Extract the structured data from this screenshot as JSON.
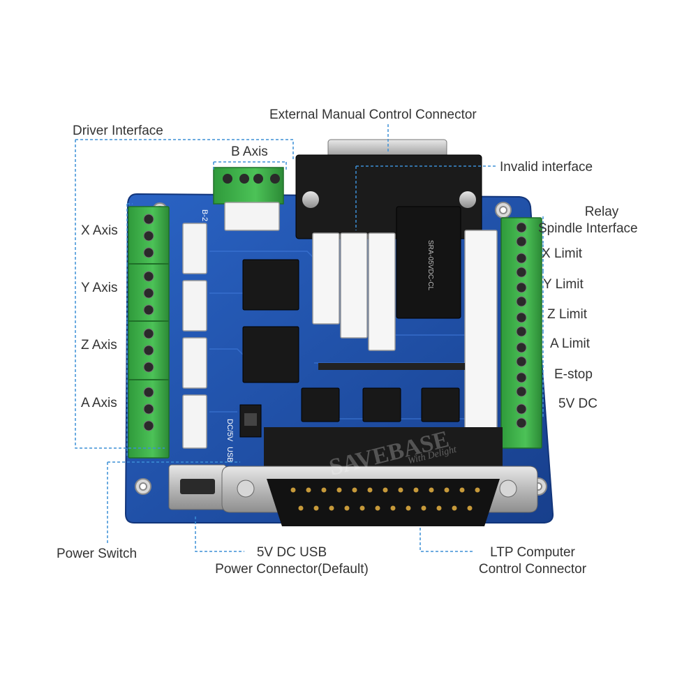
{
  "labels": {
    "external_manual": "External Manual Control Connector",
    "driver_interface": "Driver Interface",
    "b_axis": "B Axis",
    "invalid_interface": "Invalid interface",
    "relay": "Relay",
    "spindle_interface": "Spindle Interface",
    "x_axis": "X Axis",
    "y_axis": "Y Axis",
    "z_axis": "Z Axis",
    "a_axis": "A Axis",
    "x_limit": "X Limit",
    "y_limit": "Y Limit",
    "z_limit": "Z Limit",
    "a_limit": "A Limit",
    "estop": "E-stop",
    "v5_dc": "5V DC",
    "power_switch": "Power Switch",
    "usb_line1": "5V DC USB",
    "usb_line2": "Power Connector(Default)",
    "ltp_line1": "LTP Computer",
    "ltp_line2": "Control Connector"
  },
  "board_text": {
    "watermark": "SAVEBASE",
    "watermark_sub": "With Delight",
    "b2": "B-2",
    "usb": "USB",
    "dc5v": "DC/5V",
    "relay_text": "SRA-05VDC-CL"
  },
  "colors": {
    "pcb": "#1d4fa6",
    "terminal": "#3fae4a",
    "leader": "#3c8fd6"
  }
}
